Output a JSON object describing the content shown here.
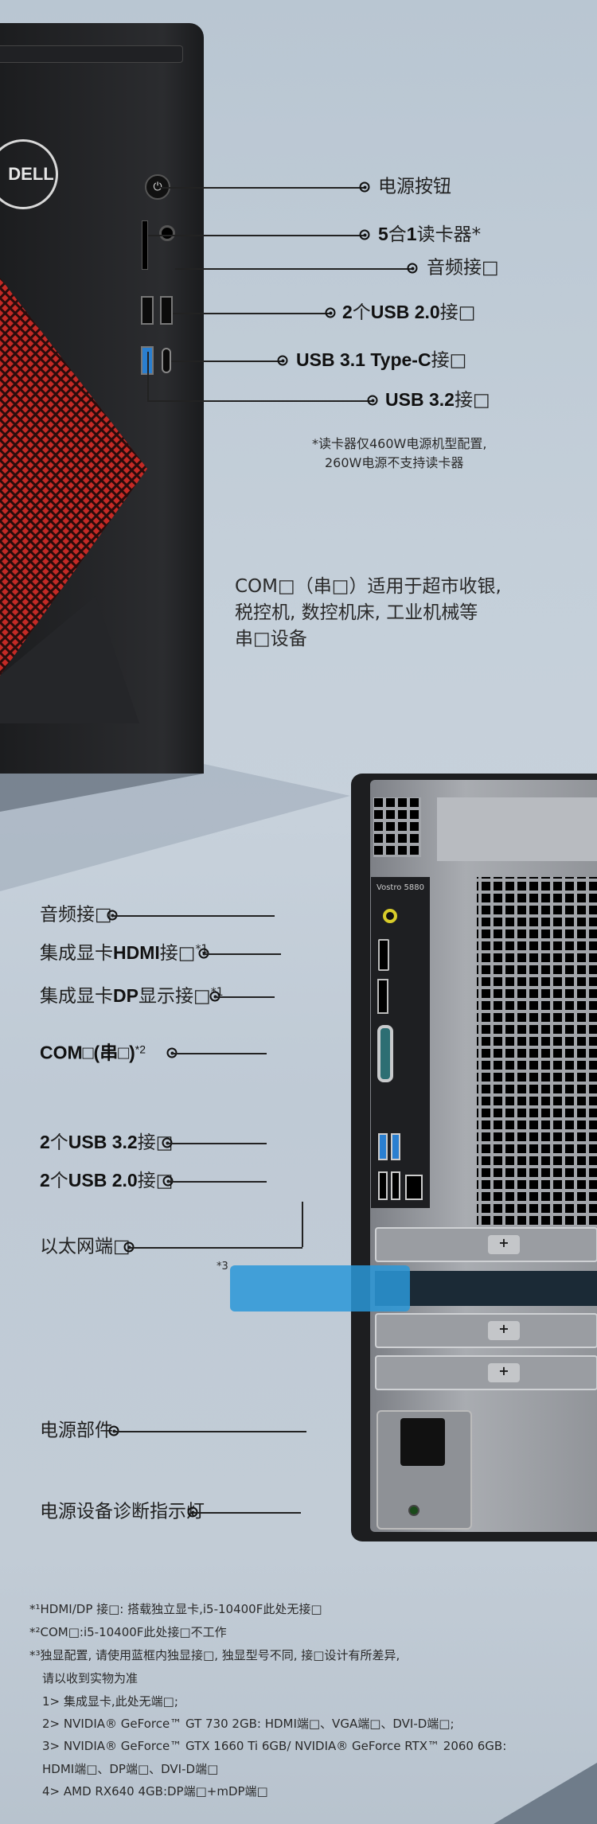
{
  "front": {
    "brand": "DELL",
    "labels": {
      "power_button": "电源按钮",
      "card_reader_a": "5",
      "card_reader_b": "合",
      "card_reader_c": "1",
      "card_reader_d": "读卡器*",
      "audio_jack": "音频接□",
      "usb20_a": "2",
      "usb20_b": "个",
      "usb20_c": "USB 2.0",
      "usb20_d": "接□",
      "usbc_a": "USB 3.1 Type-C",
      "usbc_b": "接□",
      "usb32_a": "USB 3.2",
      "usb32_b": "接□"
    },
    "footnote_line1": "*读卡器仅460W电源机型配置,",
    "footnote_line2": "260W电源不支持读卡器"
  },
  "com_description": [
    "COM□（串□）适用于超市收银,",
    "税控机, 数控机床, 工业机械等",
    "串□设备"
  ],
  "rear": {
    "model": "Vostro 5880",
    "labels": {
      "audio_jack": "音频接□",
      "hdmi_a": "集成显卡",
      "hdmi_b": "HDMI",
      "hdmi_c": "接□",
      "hdmi_sup": "*1",
      "dp_a": "集成显卡",
      "dp_b": "DP",
      "dp_c": "显示接□",
      "dp_sup": "*1",
      "com_a": "COM□(串□)",
      "com_sup": "*2",
      "usb32_a": "2",
      "usb32_b": "个",
      "usb32_c": "USB 3.2",
      "usb32_d": "接□",
      "usb20_a": "2",
      "usb20_b": "个",
      "usb20_c": "USB 2.0",
      "usb20_d": "接□",
      "ethernet": "以太网端□",
      "psu": "电源部件",
      "psu_led": "电源设备诊断指示灯",
      "gpu_mark": "*3"
    },
    "highlight_color": "#2a98d8"
  },
  "footnotes": [
    "*¹HDMI/DP 接□: 搭载独立显卡,i5-10400F此处无接□",
    "*²COM□:i5-10400F此处接□不工作",
    "*³独显配置, 请使用蓝框内独显接□, 独显型号不同, 接□设计有所差异,",
    "请以收到实物为准",
    "1> 集成显卡,此处无端□;",
    "2> NVIDIA® GeForce™ GT 730 2GB: HDMI端□、VGA端□、DVI-D端□;",
    "3> NVIDIA® GeForce™ GTX 1660 Ti 6GB/ NVIDIA® GeForce RTX™ 2060 6GB:",
    "HDMI端□、DP端□、DVI-D端□",
    "4> AMD RX640 4GB:DP端□+mDP端□"
  ]
}
